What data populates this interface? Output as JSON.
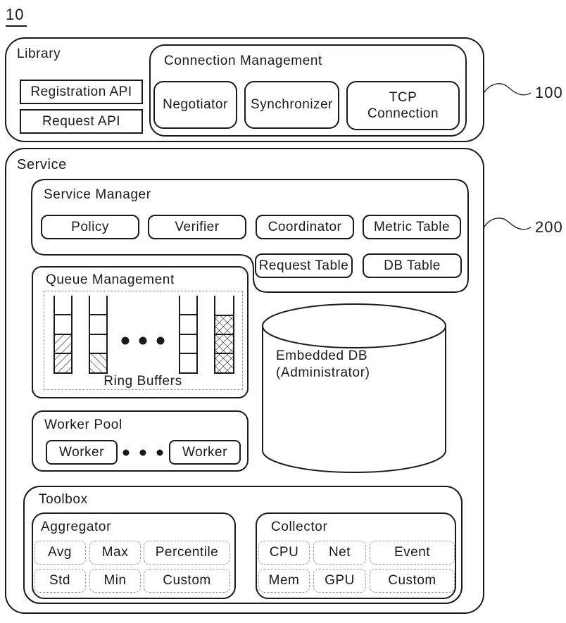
{
  "figure_label": "10",
  "refs": {
    "library": "100",
    "service": "200"
  },
  "library": {
    "title": "Library",
    "api_boxes": [
      "Registration API",
      "Request API"
    ],
    "connection_management": {
      "title": "Connection Management",
      "items": [
        "Negotiator",
        "Synchronizer",
        "TCP Connection"
      ]
    }
  },
  "service": {
    "title": "Service",
    "service_manager": {
      "title": "Service Manager",
      "row1": [
        "Policy",
        "Verifier",
        "Coordinator",
        "Metric Table"
      ],
      "row2": [
        "Request Table",
        "DB Table"
      ]
    },
    "queue_management": {
      "title": "Queue Management",
      "caption": "Ring Buffers"
    },
    "embedded_db": {
      "line1": "Embedded DB",
      "line2": "(Administrator)"
    },
    "worker_pool": {
      "title": "Worker Pool",
      "workers": [
        "Worker",
        "Worker"
      ]
    },
    "toolbox": {
      "title": "Toolbox",
      "aggregator": {
        "title": "Aggregator",
        "items": [
          "Avg",
          "Max",
          "Percentile",
          "Std",
          "Min",
          "Custom"
        ]
      },
      "collector": {
        "title": "Collector",
        "items": [
          "CPU",
          "Net",
          "Event",
          "Mem",
          "GPU",
          "Custom"
        ]
      }
    }
  },
  "colors": {
    "line": "#1a1a1a",
    "dashed_line": "#999999",
    "background": "#ffffff"
  }
}
